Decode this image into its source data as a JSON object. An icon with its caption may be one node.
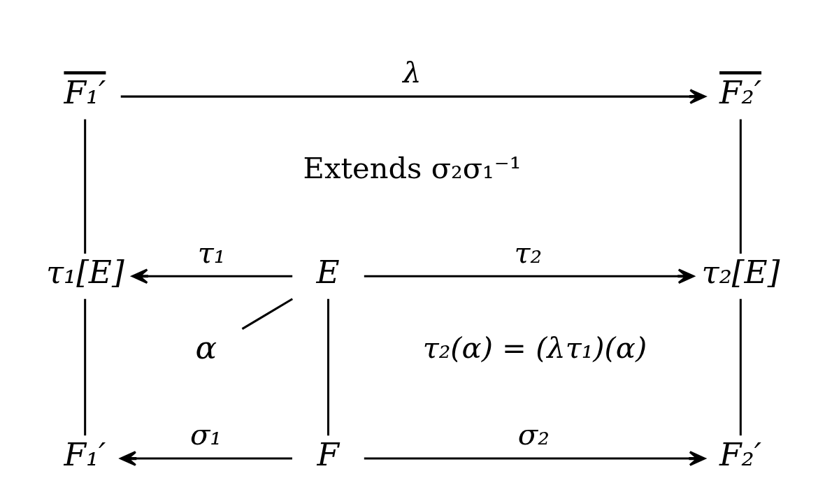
{
  "diagram": {
    "nodes": [
      {
        "text": [
          "F₁′"
        ]
      },
      {
        "text": [
          "F₂′"
        ]
      },
      {
        "text": [
          "τ₁[E]"
        ]
      },
      {
        "text": [
          "E"
        ]
      },
      {
        "text": [
          "τ₂[E]"
        ]
      },
      {
        "text": [
          "α"
        ]
      },
      {
        "text": [
          "F₁′"
        ]
      },
      {
        "text": [
          "F"
        ]
      },
      {
        "text": [
          "F₂′"
        ]
      }
    ],
    "edges": [
      {
        "from": 0,
        "to": 1,
        "arrow": "to",
        "label": "λ"
      },
      {
        "from": 0,
        "to": 2,
        "arrow": "none"
      },
      {
        "from": 1,
        "to": 4,
        "arrow": "none"
      },
      {
        "from": 3,
        "to": 2,
        "arrow": "to",
        "label": "τ₁"
      },
      {
        "from": 3,
        "to": 4,
        "arrow": "to",
        "label": "τ₂"
      },
      {
        "from": 3,
        "to": 5,
        "arrow": "none"
      },
      {
        "from": 2,
        "to": 6,
        "arrow": "none"
      },
      {
        "from": 3,
        "to": 7,
        "arrow": "none"
      },
      {
        "from": 4,
        "to": 8,
        "arrow": "none"
      },
      {
        "from": 7,
        "to": 6,
        "arrow": "to",
        "label": "σ₁"
      },
      {
        "from": 7,
        "to": 8,
        "arrow": "to",
        "label": "σ₂"
      }
    ],
    "labels": [
      "Extends σ₂σ₁⁻¹",
      "τ₂(α) = (λτ₁)(α)"
    ]
  }
}
